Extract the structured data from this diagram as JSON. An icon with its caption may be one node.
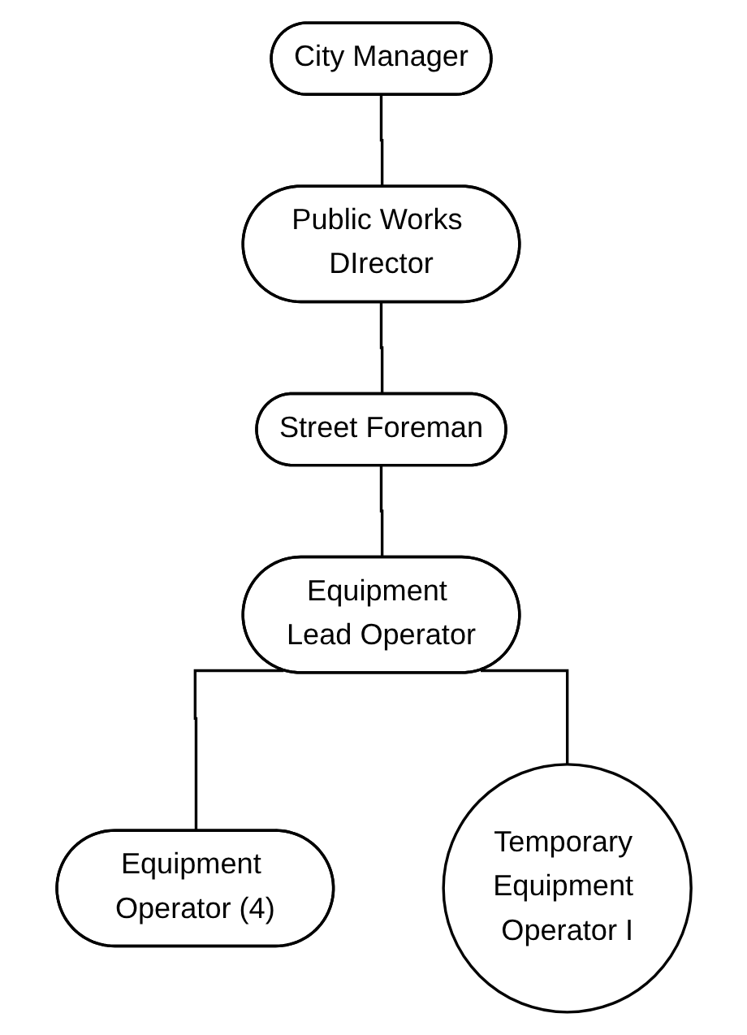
{
  "diagram": {
    "nodes": [
      {
        "text": [
          "City Manager"
        ]
      },
      {
        "text": [
          "Public Works DIrector"
        ]
      },
      {
        "text": [
          "Street Foreman"
        ]
      },
      {
        "text": [
          "Equipment Lead Operator"
        ]
      },
      {
        "text": [
          "Equipment Operator (4)"
        ]
      },
      {
        "text": [
          "Temporary Equipment Operator I"
        ]
      }
    ],
    "edges": [
      {
        "from": 0,
        "to": 1,
        "arrow": "none"
      },
      {
        "from": 1,
        "to": 2,
        "arrow": "none"
      },
      {
        "from": 2,
        "to": 3,
        "arrow": "none"
      },
      {
        "from": 3,
        "to": 4,
        "arrow": "none"
      },
      {
        "from": 3,
        "to": 5,
        "arrow": "none"
      }
    ]
  }
}
